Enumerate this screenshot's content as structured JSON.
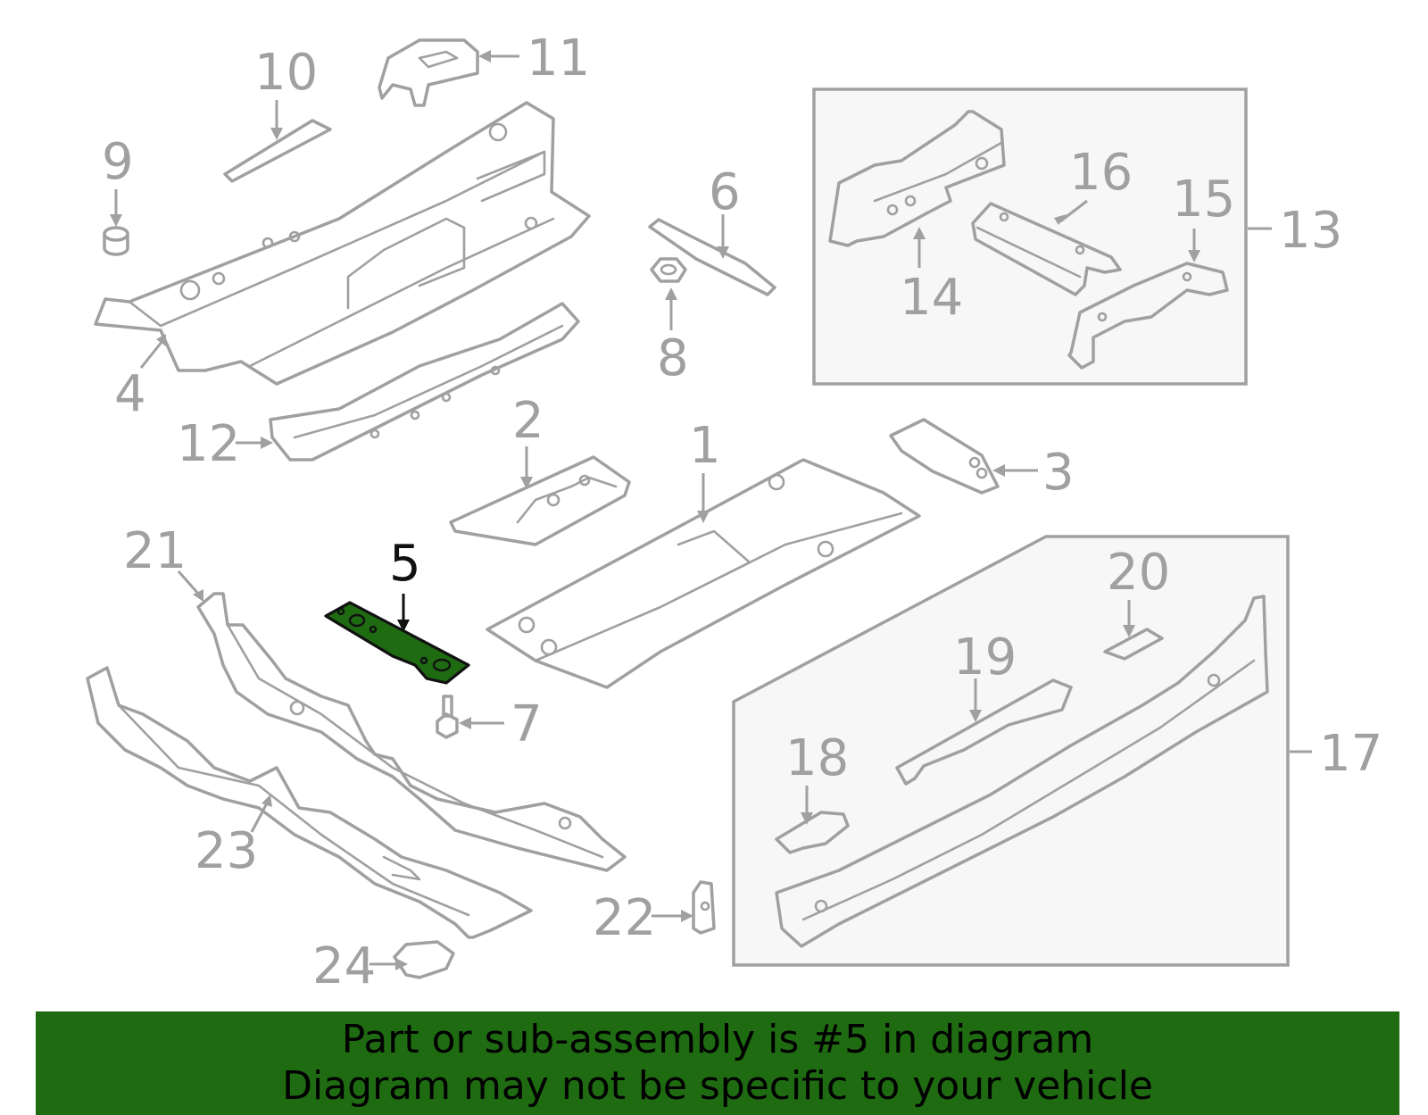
{
  "diagram": {
    "highlight_color": "#1f6b12",
    "line_color": "#a0a0a0",
    "highlighted_callout": "5",
    "callouts": {
      "c1": "1",
      "c2": "2",
      "c3": "3",
      "c4": "4",
      "c5": "5",
      "c6": "6",
      "c7": "7",
      "c8": "8",
      "c9": "9",
      "c10": "10",
      "c11": "11",
      "c12": "12",
      "c13": "13",
      "c14": "14",
      "c15": "15",
      "c16": "16",
      "c17": "17",
      "c18": "18",
      "c19": "19",
      "c20": "20",
      "c21": "21",
      "c22": "22",
      "c23": "23",
      "c24": "24"
    }
  },
  "banner": {
    "line1": "Part or sub-assembly is #5 in diagram",
    "line2": "Diagram may not be specific to your vehicle",
    "background": "#1f6b12"
  }
}
